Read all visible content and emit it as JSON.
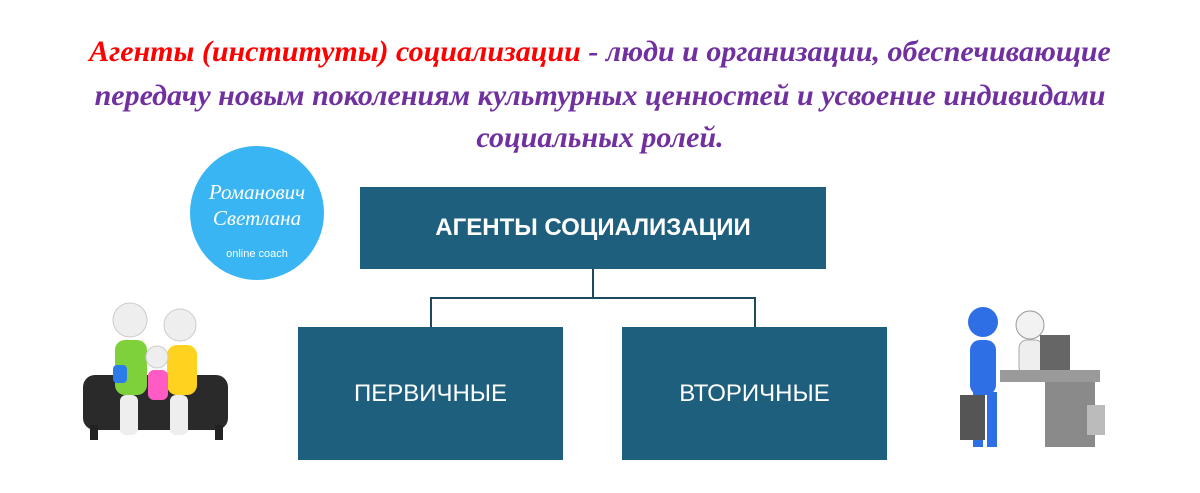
{
  "header": {
    "term": "Агенты (институты) социализации",
    "definition_line1": " - люди и организации, обеспечивающие",
    "definition_line2": "передачу новым поколениям культурных ценностей и усвоение индивидами",
    "definition_line3": "социальных ролей."
  },
  "logo": {
    "name_line1": "Романович",
    "name_line2": "Светлана",
    "tagline": "online coach"
  },
  "diagram": {
    "root": "АГЕНТЫ СОЦИАЛИЗАЦИИ",
    "children": [
      "ПЕРВИЧНЫЕ",
      "ВТОРИЧНЫЕ"
    ]
  },
  "colors": {
    "term": "#ff0000",
    "definition": "#7030a0",
    "box": "#1e5f7e",
    "logo": "#3ab5f4"
  }
}
